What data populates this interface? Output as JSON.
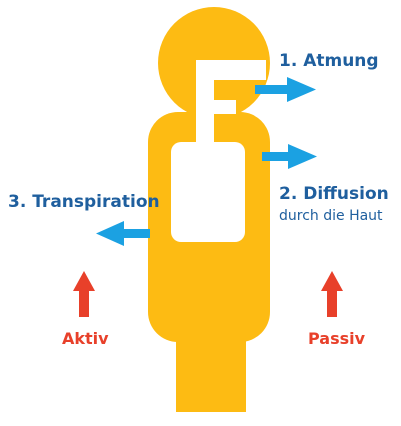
{
  "labels": {
    "atmung": "1. Atmung",
    "diffusion": "2. Diffusion",
    "diffusion_sub": "durch die Haut",
    "transpiration": "3. Transpiration",
    "aktiv": "Aktiv",
    "passiv": "Passiv"
  },
  "colors": {
    "body": "#FDBB13",
    "blue_arrow": "#1BA1E2",
    "blue_text": "#1F5F9E",
    "red": "#E8402A",
    "background": "#FFFFFF"
  }
}
